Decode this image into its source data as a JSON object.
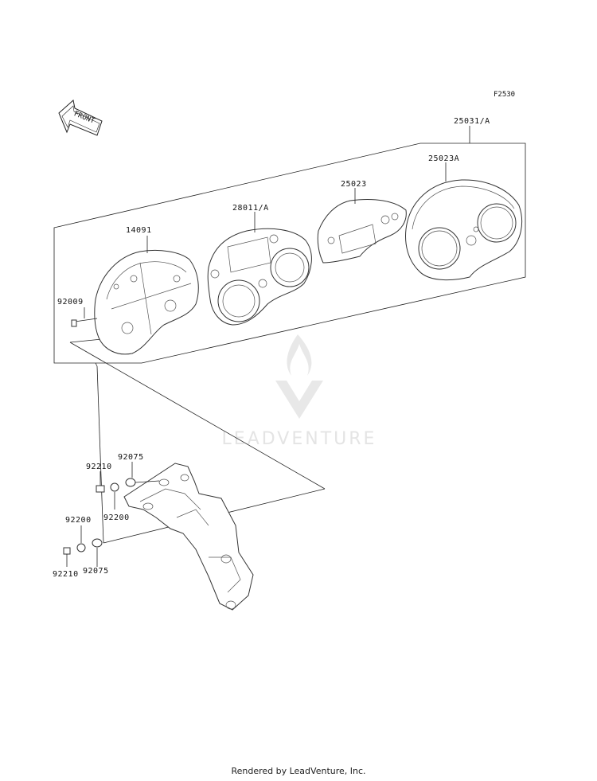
{
  "figure_code": "F2530",
  "front_arrow_label": "FRONT",
  "watermark": "LEADVENTURE",
  "footer": "Rendered by LeadVenture, Inc.",
  "parts": [
    {
      "id": "p-25031a",
      "number": "25031/A"
    },
    {
      "id": "p-25023a",
      "number": "25023A"
    },
    {
      "id": "p-25023",
      "number": "25023"
    },
    {
      "id": "p-28011a",
      "number": "28011/A"
    },
    {
      "id": "p-14091",
      "number": "14091"
    },
    {
      "id": "p-92009",
      "number": "92009"
    },
    {
      "id": "p-92210-top",
      "number": "92210"
    },
    {
      "id": "p-92075-top",
      "number": "92075"
    },
    {
      "id": "p-92200-top",
      "number": "92200"
    },
    {
      "id": "p-92200-bot",
      "number": "92200"
    },
    {
      "id": "p-92210-bot",
      "number": "92210"
    },
    {
      "id": "p-92075-bot",
      "number": "92075"
    }
  ]
}
